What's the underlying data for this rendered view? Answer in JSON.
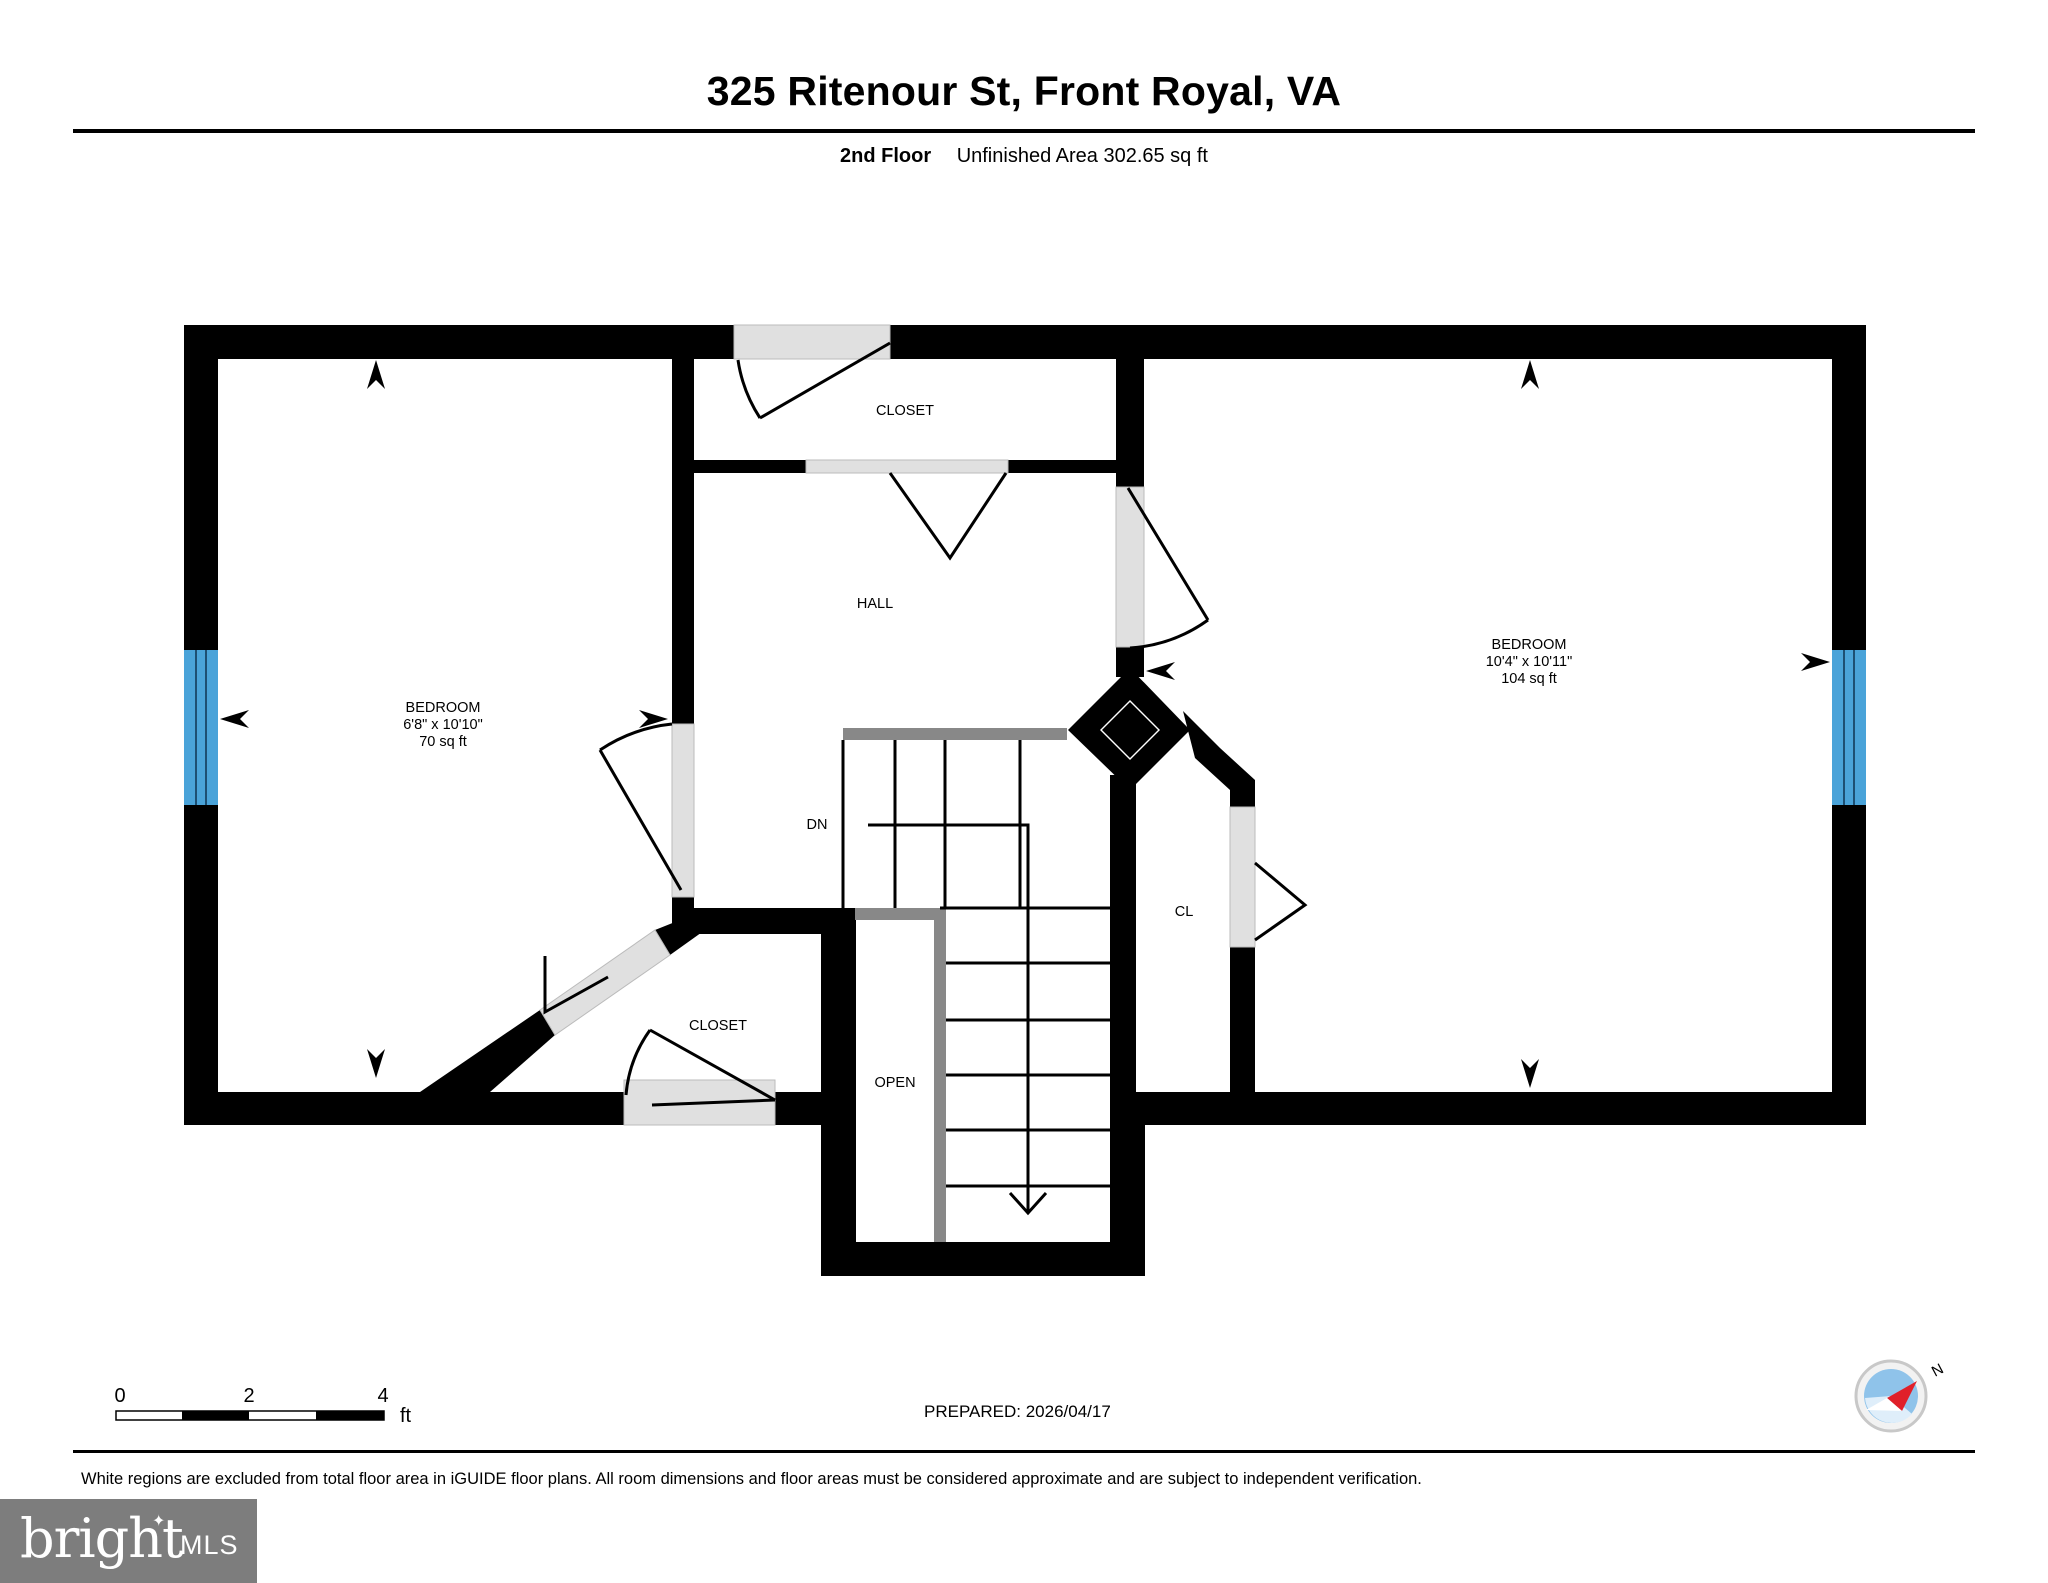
{
  "header": {
    "title": "325 Ritenour St, Front Royal, VA",
    "floor": "2nd Floor",
    "area": "Unfinished Area 302.65 sq ft"
  },
  "rooms": {
    "bedroom_left": {
      "name": "BEDROOM",
      "dims": "6'8\" x 10'10\"",
      "area": "70 sq ft"
    },
    "bedroom_right": {
      "name": "BEDROOM",
      "dims": "10'4\" x 10'11\"",
      "area": "104 sq ft"
    },
    "closet_top": "CLOSET",
    "hall": "HALL",
    "closet_bottom": "CLOSET",
    "cl": "CL",
    "dn": "DN",
    "open": "OPEN"
  },
  "scale": {
    "t0": "0",
    "t2": "2",
    "t4": "4",
    "unit": "ft"
  },
  "compass": {
    "label": "N"
  },
  "footer": {
    "prepared": "PREPARED: 2026/04/17",
    "disclaimer": "White regions are excluded from total floor area in iGUIDE floor plans. All room dimensions and floor areas must be considered approximate and are subject to independent verification."
  },
  "logo": {
    "word": "bright",
    "suffix": "MLS"
  },
  "colors": {
    "wall": "#000000",
    "window": "#4aa3d9",
    "opening": "#e0e0e0",
    "compass_arrow": "#e0202a"
  }
}
